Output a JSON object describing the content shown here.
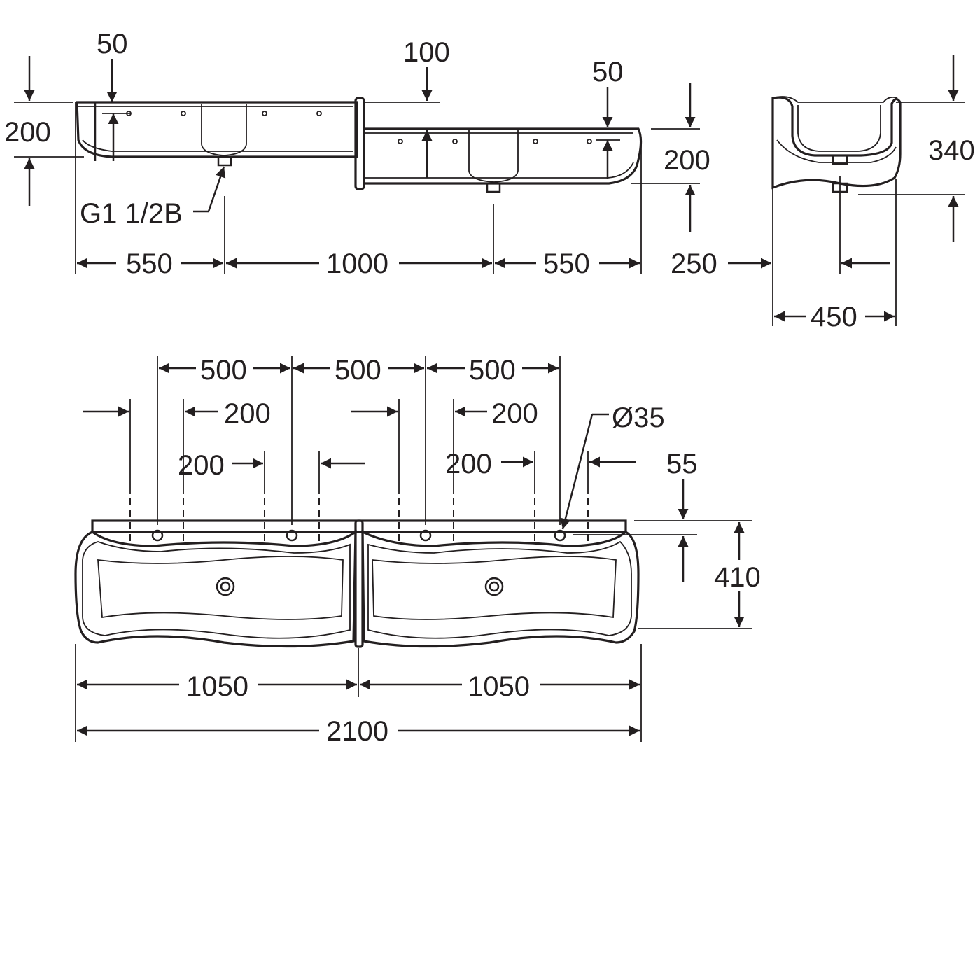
{
  "drawing": {
    "line_color": "#231f20",
    "background": "#ffffff",
    "front_view": {
      "dim_top_left_50": "50",
      "dim_top_100": "100",
      "dim_top_right_50": "50",
      "dim_left_height_200": "200",
      "dim_right_height_200": "200",
      "thread_label": "G1 1/2B",
      "dim_550_left": "550",
      "dim_1000": "1000",
      "dim_550_right": "550"
    },
    "side_view": {
      "dim_height_340": "340",
      "dim_250": "250",
      "dim_width_450": "450"
    },
    "plan_view": {
      "dim_500_a": "500",
      "dim_500_b": "500",
      "dim_500_c": "500",
      "dim_200_a": "200",
      "dim_200_b": "200",
      "dim_200_c": "200",
      "dim_200_d": "200",
      "hole_diameter": "Ø35",
      "dim_55": "55",
      "dim_depth_410": "410",
      "dim_1050_left": "1050",
      "dim_1050_right": "1050",
      "dim_total_2100": "2100"
    }
  }
}
